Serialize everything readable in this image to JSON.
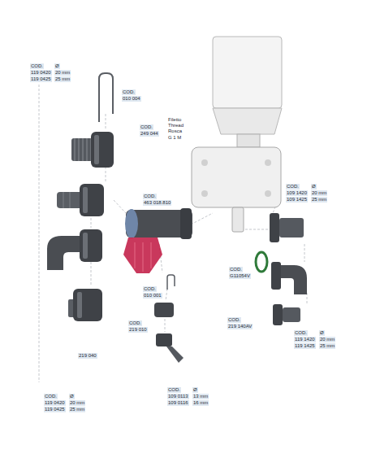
{
  "diagram": {
    "labels": [
      "COD.",
      "Ø",
      "119 0420",
      "20 mm",
      "119 0425",
      "25 mm",
      "COD.",
      "010 004",
      "COD.",
      "249 044",
      "Filetto",
      "Thread",
      "Rosca",
      "G 1 M",
      "COD.",
      "463 018.810",
      "COD.",
      "Ø",
      "109 1420",
      "20 mm",
      "109 1425",
      "25 mm",
      "COD.",
      "G11054V",
      "COD.",
      "219 140AV",
      "COD.",
      "Ø",
      "119 1420",
      "20 mm",
      "119 1425",
      "25 mm",
      "COD.",
      "010 001",
      "COD.",
      "219 010",
      "COD.",
      "Ø",
      "109 0113",
      "13 mm",
      "109 0116",
      "16 mm",
      "219 040",
      "COD.",
      "Ø",
      "119 0420",
      "20 mm",
      "119 0425",
      "25 mm"
    ]
  }
}
